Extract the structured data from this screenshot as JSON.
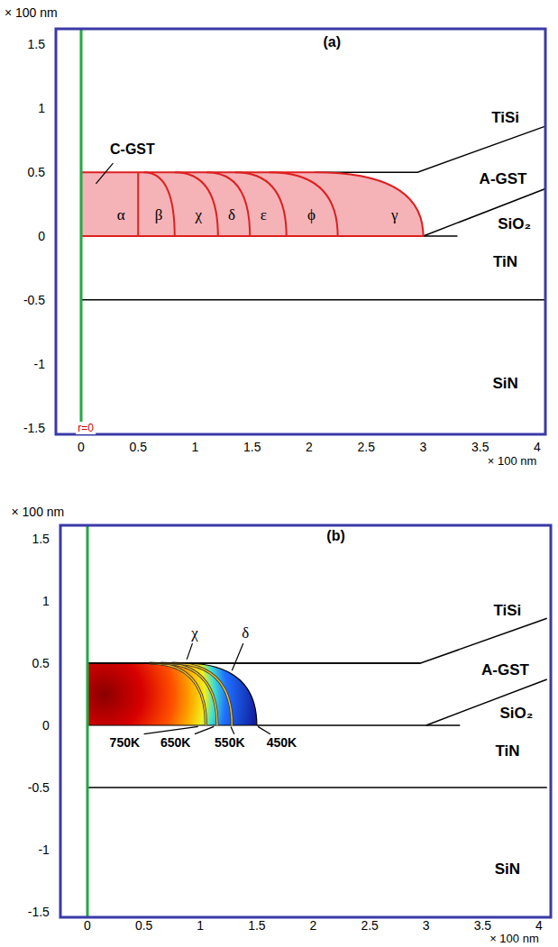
{
  "diagram": {
    "labels": [
      "× 100 nm",
      "(a)",
      "1.5",
      "1",
      "0.5",
      "0",
      "-0.5",
      "-1",
      "-1.5",
      "0",
      "0.5",
      "1",
      "1.5",
      "2",
      "2.5",
      "3",
      "3.5",
      "4",
      "× 100 nm",
      "TiSi",
      "A-GST",
      "SiO₂",
      "TiN",
      "SiN",
      "C-GST",
      "α",
      "β",
      "χ",
      "δ",
      "ε",
      "ϕ",
      "γ",
      "r=0",
      "× 100 nm",
      "(b)",
      "1.5",
      "1",
      "0.5",
      "0",
      "-0.5",
      "-1",
      "-1.5",
      "0",
      "0.5",
      "1",
      "1.5",
      "2",
      "2.5",
      "3",
      "3.5",
      "4",
      "× 100 nm",
      "TiSi",
      "A-GST",
      "SiO₂",
      "TiN",
      "SiN",
      "χ",
      "δ",
      "750K",
      "650K",
      "550K",
      "450K"
    ]
  }
}
